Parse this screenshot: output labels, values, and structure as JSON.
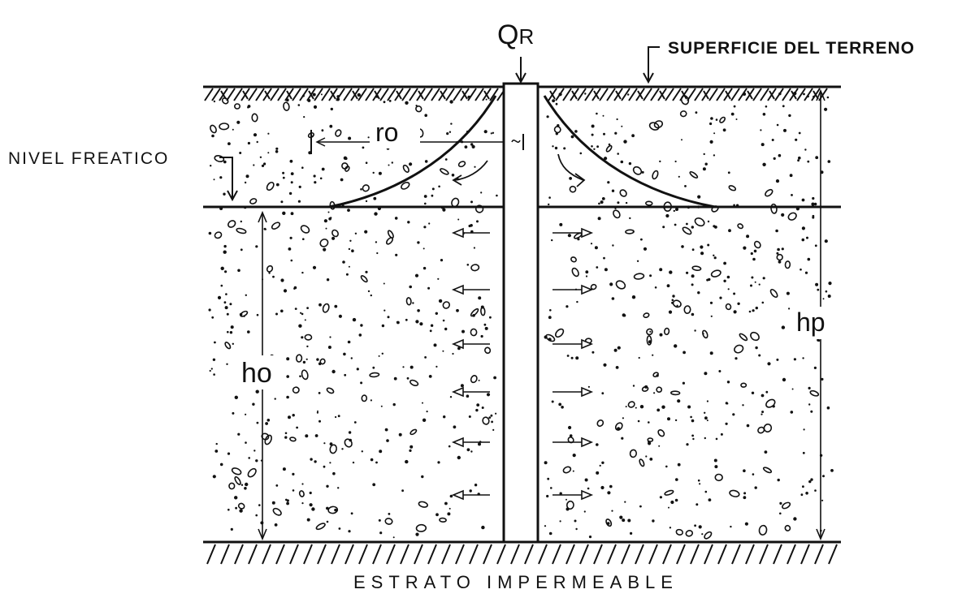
{
  "labels": {
    "discharge": "Q",
    "discharge_sub": "R",
    "ground_surface": "SUPERFICIE DEL TERRENO",
    "water_table": "NIVEL FREATICO",
    "radius": "ro",
    "aquifer_height": "ho",
    "well_depth": "hp",
    "impermeable_layer": "ESTRATO IMPERMEABLE"
  },
  "colors": {
    "ink": "#111111",
    "background": "#ffffff"
  }
}
